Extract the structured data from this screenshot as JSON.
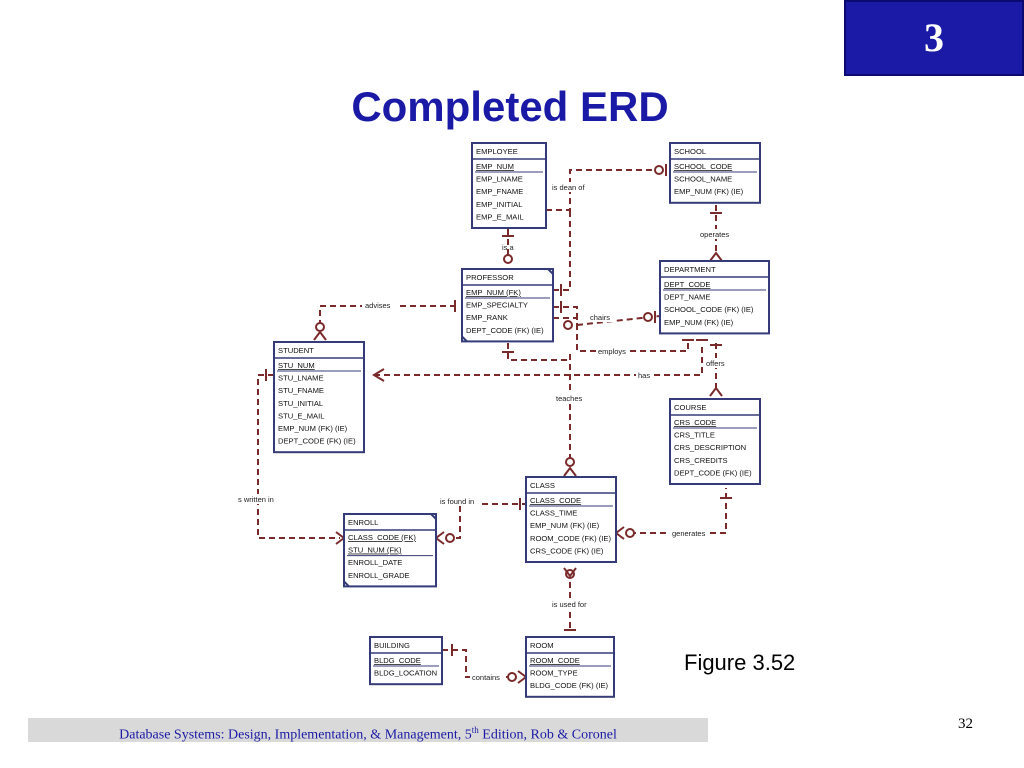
{
  "slide": {
    "chapter_number": "3",
    "title": "Completed ERD",
    "figure_caption": "Figure 3.52",
    "footer": {
      "text_before_sup": "Database Systems: Design, Implementation, & Management, 5",
      "sup": "th",
      "text_after_sup": " Edition, Rob & Coronel"
    },
    "page_number": "32"
  },
  "colors": {
    "chapter_box": "#1a1aa6",
    "title": "#1a1aa6",
    "entity_border": "#353b78",
    "relationship_line": "#7a2a2a",
    "footer_bar": "#d9d9d9"
  },
  "entities": {
    "employee": {
      "name": "EMPLOYEE",
      "pk": [
        "EMP_NUM"
      ],
      "attributes": [
        "EMP_LNAME",
        "EMP_FNAME",
        "EMP_INITIAL",
        "EMP_E_MAIL"
      ]
    },
    "school": {
      "name": "SCHOOL",
      "pk": [
        "SCHOOL_CODE"
      ],
      "attributes": [
        "SCHOOL_NAME",
        "EMP_NUM (FK) (IE)"
      ]
    },
    "professor": {
      "name": "PROFESSOR",
      "pk": [
        "EMP_NUM (FK)"
      ],
      "attributes": [
        "EMP_SPECIALTY",
        "EMP_RANK",
        "DEPT_CODE (FK) (IE)"
      ]
    },
    "department": {
      "name": "DEPARTMENT",
      "pk": [
        "DEPT_CODE"
      ],
      "attributes": [
        "DEPT_NAME",
        "SCHOOL_CODE (FK) (IE)",
        "EMP_NUM (FK) (IE)"
      ]
    },
    "student": {
      "name": "STUDENT",
      "pk": [
        "STU_NUM"
      ],
      "attributes": [
        "STU_LNAME",
        "STU_FNAME",
        "STU_INITIAL",
        "STU_E_MAIL",
        "EMP_NUM (FK) (IE)",
        "DEPT_CODE (FK) (IE)"
      ]
    },
    "course": {
      "name": "COURSE",
      "pk": [
        "CRS_CODE"
      ],
      "attributes": [
        "CRS_TITLE",
        "CRS_DESCRIPTION",
        "CRS_CREDITS",
        "DEPT_CODE (FK) (IE)"
      ]
    },
    "class": {
      "name": "CLASS",
      "pk": [
        "CLASS_CODE"
      ],
      "attributes": [
        "CLASS_TIME",
        "EMP_NUM (FK) (IE)",
        "ROOM_CODE (FK) (IE)",
        "CRS_CODE (FK) (IE)"
      ]
    },
    "enroll": {
      "name": "ENROLL",
      "pk": [
        "CLASS_CODE (FK)",
        "STU_NUM (FK)"
      ],
      "attributes": [
        "ENROLL_DATE",
        "ENROLL_GRADE"
      ]
    },
    "building": {
      "name": "BUILDING",
      "pk": [
        "BLDG_CODE"
      ],
      "attributes": [
        "BLDG_LOCATION"
      ]
    },
    "room": {
      "name": "ROOM",
      "pk": [
        "ROOM_CODE"
      ],
      "attributes": [
        "ROOM_TYPE",
        "BLDG_CODE (FK) (IE)"
      ]
    }
  },
  "relationships": {
    "is_dean_of": "is dean of",
    "is_a": "is a",
    "operates": "operates",
    "advises": "advises",
    "chairs": "chairs",
    "employs": "employs",
    "offers": "offers",
    "has": "has",
    "teaches": "teaches",
    "is_written_in": "s written in",
    "is_found_in": "is found in",
    "generates": "generates",
    "is_used_for": "is used for",
    "contains": "contains"
  }
}
